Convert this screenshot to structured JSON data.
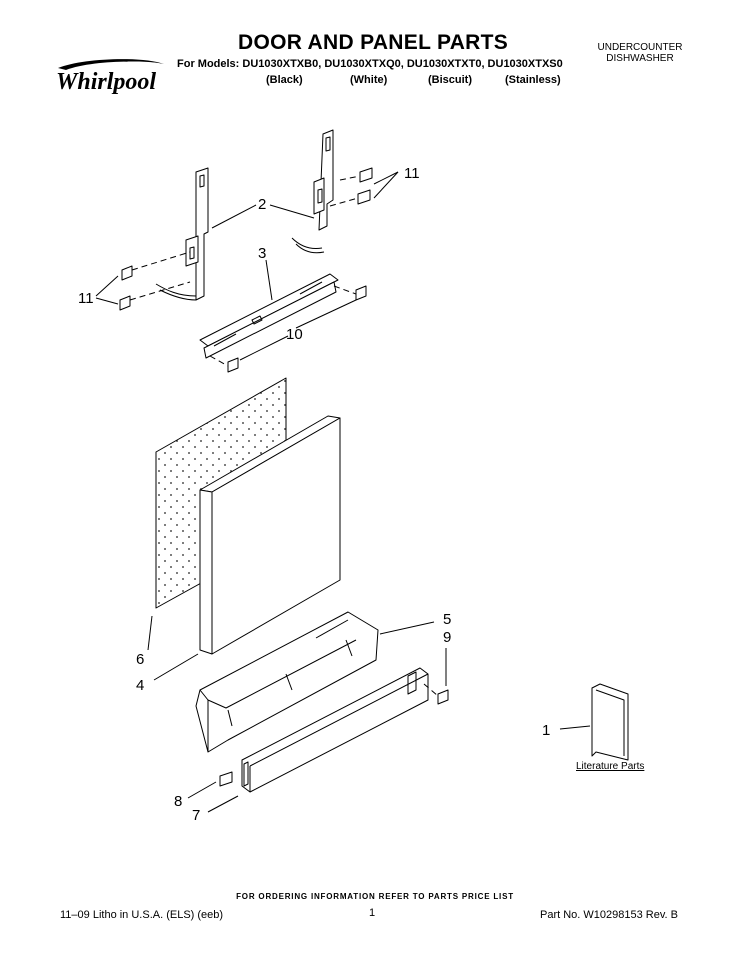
{
  "header": {
    "brand": "Whirlpool",
    "title": "DOOR AND PANEL PARTS",
    "models_line": "For Models: DU1030XTXB0, DU1030XTXQ0, DU1030XTXT0, DU1030XTXS0",
    "colors": [
      "(Black)",
      "(White)",
      "(Biscuit)",
      "(Stainless)"
    ],
    "product_type_1": "UNDERCOUNTER",
    "product_type_2": "DISHWASHER"
  },
  "callouts": {
    "c1": "1",
    "c2": "2",
    "c3": "3",
    "c4": "4",
    "c5": "5",
    "c6": "6",
    "c7": "7",
    "c8": "8",
    "c9": "9",
    "c10": "10",
    "c11a": "11",
    "c11b": "11"
  },
  "literature_label": "Literature Parts",
  "footer": {
    "ordering_note": "FOR ORDERING INFORMATION REFER TO PARTS PRICE LIST",
    "litho": "11–09 Litho in U.S.A. (ELS) (eeb)",
    "page_number": "1",
    "part_number": "Part No. W10298153 Rev. B"
  }
}
